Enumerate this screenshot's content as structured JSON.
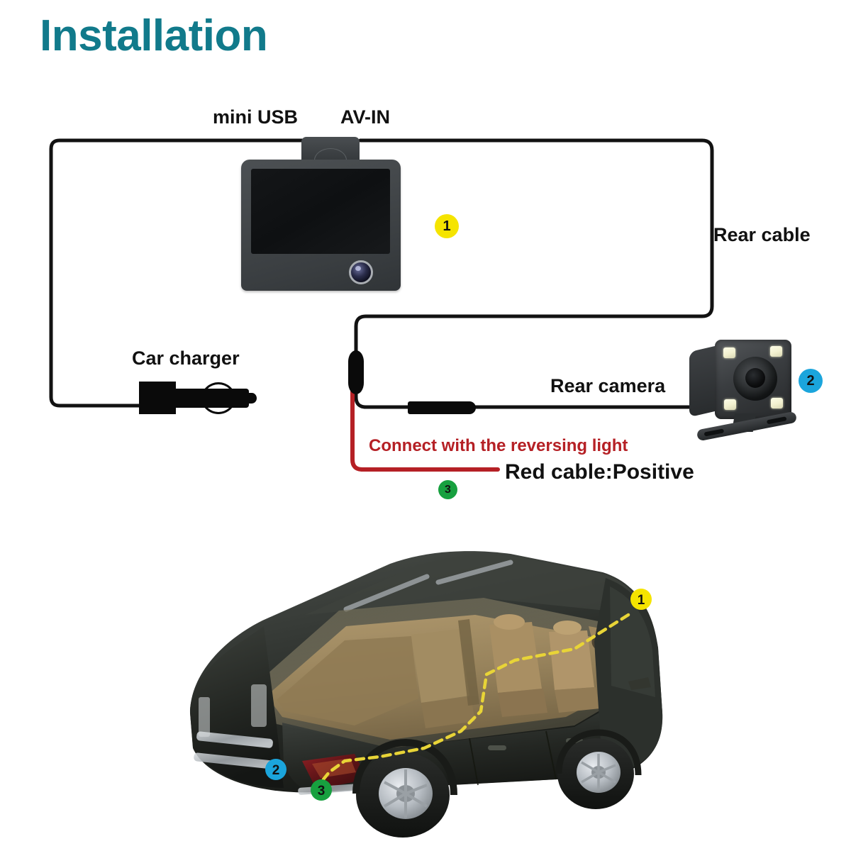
{
  "page": {
    "title": "Installation",
    "background_color": "#ffffff",
    "title_color": "#117a8b"
  },
  "diagram": {
    "labels": {
      "mini_usb": "mini USB",
      "av_in": "AV-IN",
      "rear_cable": "Rear cable",
      "car_charger": "Car charger",
      "rear_camera": "Rear camera",
      "reversing_light_note": "Connect with the reversing light",
      "red_cable_positive": "Red cable:Positive"
    },
    "colors": {
      "black_cable": "#121212",
      "red_cable": "#b52025",
      "warning_text": "#b52025",
      "badge_1": "#f5e400",
      "badge_2": "#1ba5dc",
      "badge_3": "#17a03f",
      "badge_text": "#111111"
    },
    "badges": [
      {
        "number": "1",
        "component": "dash-camera-monitor",
        "color": "#f5e400"
      },
      {
        "number": "2",
        "component": "rear-camera",
        "color": "#1ba5dc"
      },
      {
        "number": "3",
        "component": "reversing-light-red-wire",
        "color": "#17a03f"
      }
    ],
    "components": [
      {
        "name": "dash-camera-monitor",
        "label": "",
        "badge": "1"
      },
      {
        "name": "car-charger",
        "label": "Car charger",
        "badge": ""
      },
      {
        "name": "rear-camera",
        "label": "Rear camera",
        "badge": "2"
      },
      {
        "name": "red-cable",
        "label": "Red cable:Positive",
        "badge": "3"
      }
    ],
    "ports": [
      {
        "name": "mini-usb-port",
        "label": "mini USB"
      },
      {
        "name": "av-in-port",
        "label": "AV-IN"
      }
    ]
  },
  "car_illustration": {
    "description": "cutaway-suv-side-view",
    "route_color": "#e8d437",
    "badges": [
      {
        "number": "1",
        "location": "windshield-dash-camera",
        "color": "#f5e400"
      },
      {
        "number": "2",
        "location": "rear-tailgate-camera",
        "color": "#1ba5dc"
      },
      {
        "number": "3",
        "location": "reversing-light",
        "color": "#17a03f"
      }
    ]
  }
}
